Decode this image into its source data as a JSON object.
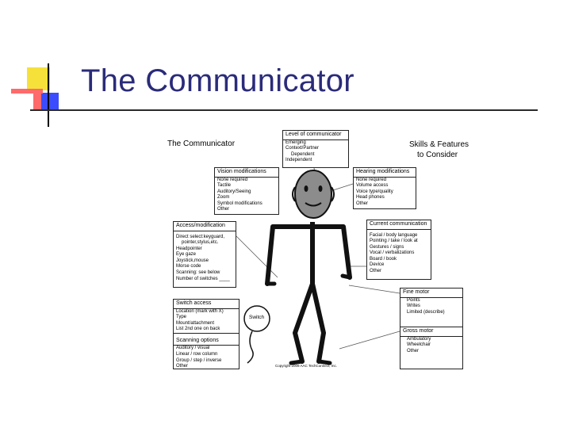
{
  "slide": {
    "title": "The Communicator"
  },
  "figure": {
    "heading": "The Communicator",
    "skills_heading": [
      "Skills & Features",
      "to Consider"
    ],
    "copyright": "Copyright 2009 AAC TechConnect, Inc.",
    "switch_label": "Switch"
  },
  "level": {
    "header": "Level of communicator",
    "items": [
      "Emerging",
      "Context/Partner",
      "Dependent",
      "Independent"
    ]
  },
  "vision": {
    "header": "Vision modifications",
    "items": [
      "None required",
      "Tactile",
      "Auditory/Seeing",
      "Zoom",
      "Symbol modifications",
      "Other"
    ]
  },
  "hearing": {
    "header": "Hearing modifications",
    "items": [
      "None required",
      "Volume access",
      "Voice type/quality",
      "Head phones",
      "Other"
    ]
  },
  "access": {
    "header": "Access/modification",
    "items": [
      "Direct select:keyguard,",
      "pointer,stylus,etc.",
      "Headpointer",
      "Eye gaze",
      "Joystick,mouse",
      "Morse code",
      "Scanning: see below",
      "Number of switches ____"
    ]
  },
  "current": {
    "header": "Current communication",
    "items": [
      "Facial / body language",
      "Pointing / take / look at",
      "Gestures / signs",
      "Vocal / verbalizations",
      "Board / book",
      "Device",
      "Other"
    ]
  },
  "switch_access": {
    "header": "Switch access",
    "items": [
      "Location (mark with X)",
      "Type",
      "Mount/attachment",
      "List 2nd one on back"
    ]
  },
  "scanning": {
    "header": "Scanning options",
    "items": [
      "Auditory / visual",
      "Linear / row column",
      "Group / step / inverse",
      "Other"
    ]
  },
  "fine_motor": {
    "header": "Fine motor",
    "items": [
      "Points",
      "Writes",
      "Limited (describe)"
    ]
  },
  "gross_motor": {
    "header": "Gross motor",
    "items": [
      "Ambulatory",
      "Wheelchair",
      "Other"
    ]
  },
  "colors": {
    "title": "#2b2b7a",
    "deco_yellow": "#f5e13a",
    "deco_red": "#ff6a6a",
    "deco_blue": "#3b4cff",
    "face": "#8c8c8c"
  }
}
